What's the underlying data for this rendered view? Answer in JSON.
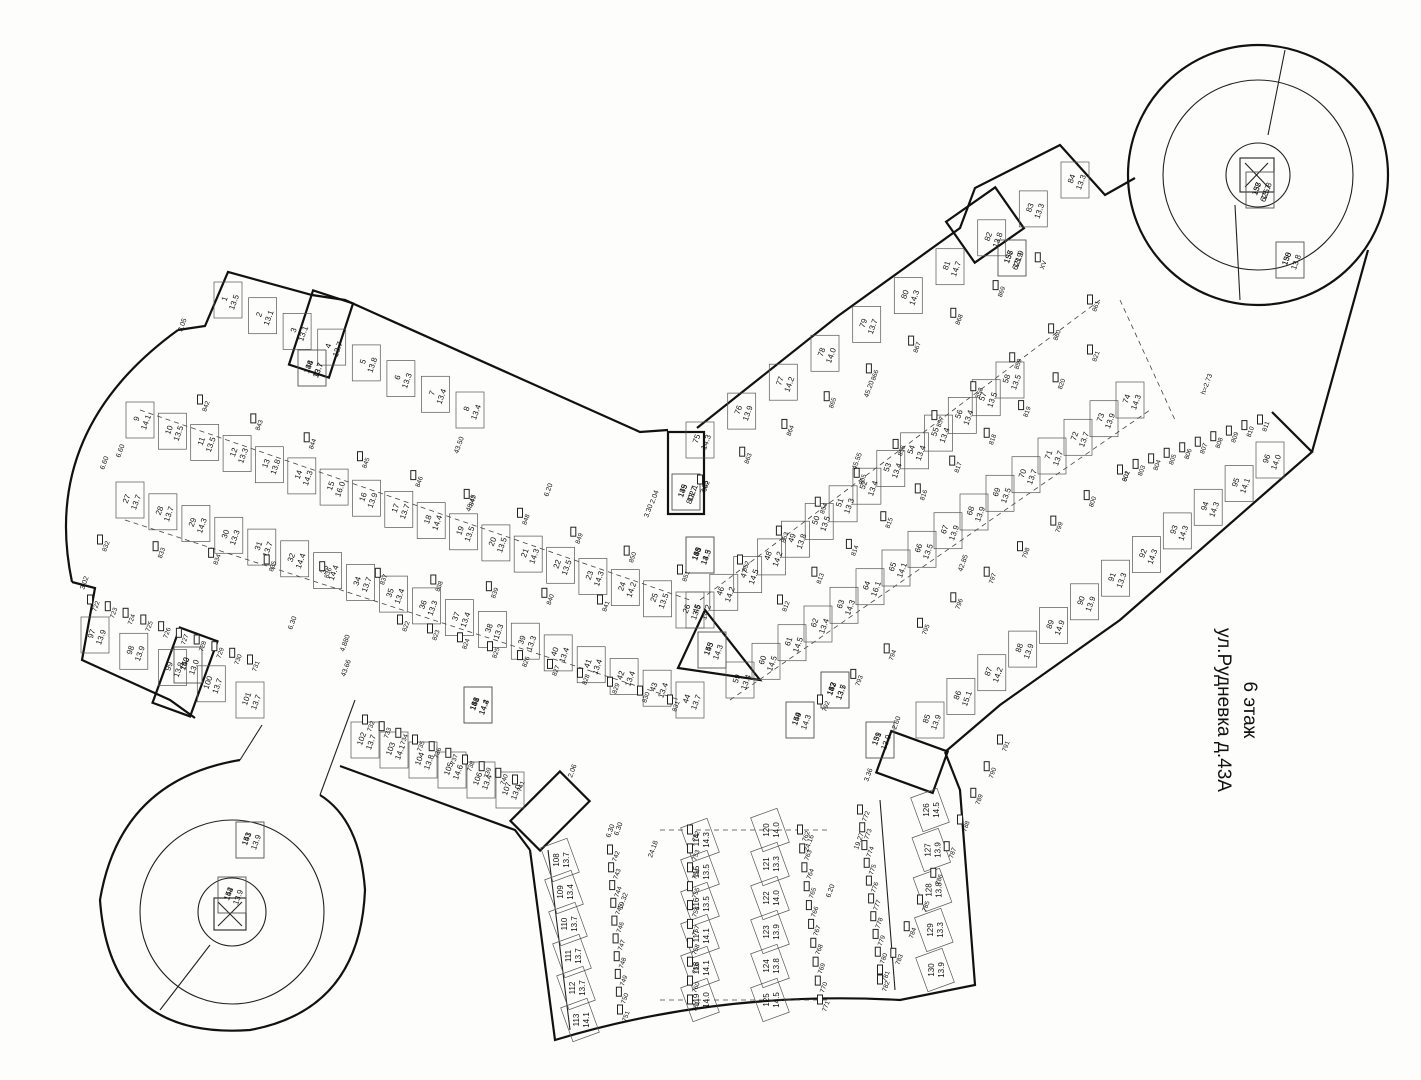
{
  "plan": {
    "floor_label": "6 этаж",
    "address": "ул.Рудневка д.43А",
    "dimensions": [
      "3.05",
      "6.60",
      "6.60",
      "3.02",
      "43.50",
      "48.45",
      "43.66",
      "4.880",
      "6.30",
      "6.30",
      "24.18",
      "24.16",
      "19.27",
      "19.32",
      "6.20",
      "6.20",
      "2.04",
      "2.35",
      "3.30",
      "3.36",
      "2.06",
      "6.30",
      "45.20",
      "45.55",
      "42.85",
      "2.60",
      "h=2.73"
    ],
    "spaces": [
      {
        "id": "1",
        "area": "13.5"
      },
      {
        "id": "2",
        "area": "13.1"
      },
      {
        "id": "3",
        "area": "13.1"
      },
      {
        "id": "4",
        "area": "13.7"
      },
      {
        "id": "5",
        "area": "13.8"
      },
      {
        "id": "6",
        "area": "13.3"
      },
      {
        "id": "7",
        "area": "13.4"
      },
      {
        "id": "8",
        "area": "13.4"
      },
      {
        "id": "9",
        "area": "14.1"
      },
      {
        "id": "10",
        "area": "13.5"
      },
      {
        "id": "11",
        "area": "13.5"
      },
      {
        "id": "12",
        "area": "13.3"
      },
      {
        "id": "13",
        "area": "13.8"
      },
      {
        "id": "14",
        "area": "14.3"
      },
      {
        "id": "15",
        "area": "16.0"
      },
      {
        "id": "16",
        "area": "13.9"
      },
      {
        "id": "17",
        "area": "13.7"
      },
      {
        "id": "18",
        "area": "14.4"
      },
      {
        "id": "19",
        "area": "13.5"
      },
      {
        "id": "20",
        "area": "13.5"
      },
      {
        "id": "21",
        "area": "14.3"
      },
      {
        "id": "22",
        "area": "13.5"
      },
      {
        "id": "23",
        "area": "14.3"
      },
      {
        "id": "24",
        "area": "14.2"
      },
      {
        "id": "25",
        "area": "13.5"
      },
      {
        "id": "26",
        "area": "13.5"
      },
      {
        "id": "27",
        "area": "13.7"
      },
      {
        "id": "28",
        "area": "13.7"
      },
      {
        "id": "29",
        "area": "14.3"
      },
      {
        "id": "30",
        "area": "13.3"
      },
      {
        "id": "31",
        "area": "13.7"
      },
      {
        "id": "32",
        "area": "14.4"
      },
      {
        "id": "33",
        "area": "14.4"
      },
      {
        "id": "34",
        "area": "13.7"
      },
      {
        "id": "35",
        "area": "13.4"
      },
      {
        "id": "36",
        "area": "13.3"
      },
      {
        "id": "37",
        "area": "13.4"
      },
      {
        "id": "38",
        "area": "13.3"
      },
      {
        "id": "39",
        "area": "13.3"
      },
      {
        "id": "40",
        "area": "13.4"
      },
      {
        "id": "41",
        "area": "13.4"
      },
      {
        "id": "42",
        "area": "13.4"
      },
      {
        "id": "43",
        "area": "13.4"
      },
      {
        "id": "44",
        "area": "13.7"
      },
      {
        "id": "45",
        "area": "14.2"
      },
      {
        "id": "46",
        "area": "14.2"
      },
      {
        "id": "47",
        "area": "14.5"
      },
      {
        "id": "48",
        "area": "14.2"
      },
      {
        "id": "49",
        "area": "13.8"
      },
      {
        "id": "50",
        "area": "13.5"
      },
      {
        "id": "51",
        "area": "13.3"
      },
      {
        "id": "52",
        "area": "13.4"
      },
      {
        "id": "53",
        "area": "13.4"
      },
      {
        "id": "54",
        "area": "13.4"
      },
      {
        "id": "55",
        "area": "13.4"
      },
      {
        "id": "56",
        "area": "13.4"
      },
      {
        "id": "57",
        "area": "13.5"
      },
      {
        "id": "58",
        "area": "13.5"
      },
      {
        "id": "59",
        "area": "13.4"
      },
      {
        "id": "60",
        "area": "14.5"
      },
      {
        "id": "61",
        "area": "14.5"
      },
      {
        "id": "62",
        "area": "13.4"
      },
      {
        "id": "63",
        "area": "14.3"
      },
      {
        "id": "64",
        "area": "16.1"
      },
      {
        "id": "65",
        "area": "14.1"
      },
      {
        "id": "66",
        "area": "13.5"
      },
      {
        "id": "67",
        "area": "13.9"
      },
      {
        "id": "68",
        "area": "13.9"
      },
      {
        "id": "69",
        "area": "13.5"
      },
      {
        "id": "70",
        "area": "13.7"
      },
      {
        "id": "71",
        "area": "13.7"
      },
      {
        "id": "72",
        "area": "13.7"
      },
      {
        "id": "73",
        "area": "13.9"
      },
      {
        "id": "74",
        "area": "14.3"
      },
      {
        "id": "75",
        "area": "14.3"
      },
      {
        "id": "76",
        "area": "13.9"
      },
      {
        "id": "77",
        "area": "14.2"
      },
      {
        "id": "78",
        "area": "14.0"
      },
      {
        "id": "79",
        "area": "13.7"
      },
      {
        "id": "80",
        "area": "14.3"
      },
      {
        "id": "81",
        "area": "14.7"
      },
      {
        "id": "82",
        "area": "13.8"
      },
      {
        "id": "83",
        "area": "13.3"
      },
      {
        "id": "84",
        "area": "13.3"
      },
      {
        "id": "85",
        "area": "13.9"
      },
      {
        "id": "86",
        "area": "15.1"
      },
      {
        "id": "87",
        "area": "14.2"
      },
      {
        "id": "88",
        "area": "13.9"
      },
      {
        "id": "89",
        "area": "14.9"
      },
      {
        "id": "90",
        "area": "13.9"
      },
      {
        "id": "91",
        "area": "13.3"
      },
      {
        "id": "92",
        "area": "14.3"
      },
      {
        "id": "93",
        "area": "14.3"
      },
      {
        "id": "94",
        "area": "14.3"
      },
      {
        "id": "95",
        "area": "14.1"
      },
      {
        "id": "96",
        "area": "14.0"
      },
      {
        "id": "97",
        "area": "13.9"
      },
      {
        "id": "98",
        "area": "13.9"
      },
      {
        "id": "99",
        "area": "13.8"
      },
      {
        "id": "100",
        "area": "13.7"
      },
      {
        "id": "101",
        "area": "13.7"
      },
      {
        "id": "102",
        "area": "13.7"
      },
      {
        "id": "103",
        "area": "14.1"
      },
      {
        "id": "104",
        "area": "13.8"
      },
      {
        "id": "105",
        "area": "14.6"
      },
      {
        "id": "106",
        "area": "13.4"
      },
      {
        "id": "107",
        "area": "13.0"
      },
      {
        "id": "108",
        "area": "13.7"
      },
      {
        "id": "109",
        "area": "13.4"
      },
      {
        "id": "110",
        "area": "13.7"
      },
      {
        "id": "111",
        "area": "13.7"
      },
      {
        "id": "112",
        "area": "13.7"
      },
      {
        "id": "113",
        "area": "14.1"
      },
      {
        "id": "114",
        "area": "14.3"
      },
      {
        "id": "115",
        "area": "13.5"
      },
      {
        "id": "116",
        "area": "13.5"
      },
      {
        "id": "117",
        "area": "14.1"
      },
      {
        "id": "118",
        "area": "14.1"
      },
      {
        "id": "119",
        "area": "14.0"
      },
      {
        "id": "120",
        "area": "14.0"
      },
      {
        "id": "121",
        "area": "13.3"
      },
      {
        "id": "122",
        "area": "14.0"
      },
      {
        "id": "123",
        "area": "13.9"
      },
      {
        "id": "124",
        "area": "13.8"
      },
      {
        "id": "125",
        "area": "14.5"
      },
      {
        "id": "126",
        "area": "14.5"
      },
      {
        "id": "127",
        "area": "13.9"
      },
      {
        "id": "128",
        "area": "13.8"
      },
      {
        "id": "129",
        "area": "13.3"
      },
      {
        "id": "130",
        "area": "13.9"
      },
      {
        "id": "131",
        "area": "14.3"
      },
      {
        "id": "132",
        "area": "14.2"
      },
      {
        "id": "133",
        "area": "13.5"
      },
      {
        "id": "134",
        "area": "13.7"
      },
      {
        "id": "135",
        "area": "13.7"
      },
      {
        "id": "136",
        "area": "13.9"
      },
      {
        "id": "137",
        "area": "13.7"
      },
      {
        "id": "138",
        "area": "13.8"
      },
      {
        "id": "139",
        "area": "13.9"
      },
      {
        "id": "140",
        "area": "13.0"
      },
      {
        "id": "141",
        "area": "13.9"
      },
      {
        "id": "142",
        "area": "13.9"
      },
      {
        "id": "143",
        "area": "14.3"
      },
      {
        "id": "144",
        "area": "14.3"
      },
      {
        "id": "145",
        "area": "13.5"
      },
      {
        "id": "146",
        "area": "14.4"
      },
      {
        "id": "147",
        "area": "13.7"
      },
      {
        "id": "148",
        "area": "13.7"
      },
      {
        "id": "149",
        "area": "802.1"
      },
      {
        "id": "157",
        "area": "621.9"
      },
      {
        "id": "158",
        "area": "625.8"
      },
      {
        "id": "150",
        "area": ""
      },
      {
        "id": "151",
        "area": ""
      },
      {
        "id": "152",
        "area": ""
      },
      {
        "id": "153",
        "area": ""
      },
      {
        "id": "154",
        "area": ""
      },
      {
        "id": "155",
        "area": ""
      },
      {
        "id": "159",
        "area": ""
      },
      {
        "id": "160",
        "area": ""
      },
      {
        "id": "161",
        "area": ""
      },
      {
        "id": "162",
        "area": ""
      }
    ],
    "markers": [
      "722",
      "723",
      "724",
      "725",
      "726",
      "727",
      "728",
      "729",
      "730",
      "731",
      "732",
      "733",
      "734",
      "735",
      "736",
      "737",
      "738",
      "739",
      "740",
      "741",
      "742",
      "743",
      "744",
      "745",
      "746",
      "747",
      "748",
      "749",
      "750",
      "751",
      "752",
      "753",
      "754",
      "755",
      "756",
      "757",
      "758",
      "759",
      "760",
      "761",
      "762",
      "763",
      "764",
      "765",
      "766",
      "767",
      "768",
      "769",
      "770",
      "771",
      "772",
      "773",
      "774",
      "775",
      "776",
      "777",
      "778",
      "779",
      "780",
      "781",
      "782",
      "783",
      "784",
      "785",
      "786",
      "787",
      "788",
      "789",
      "790",
      "791",
      "792",
      "793",
      "794",
      "795",
      "796",
      "797",
      "798",
      "799",
      "800",
      "801",
      "802",
      "803",
      "804",
      "805",
      "806",
      "807",
      "808",
      "809",
      "810",
      "811",
      "812",
      "813",
      "814",
      "815",
      "816",
      "817",
      "818",
      "819",
      "820",
      "821",
      "822",
      "823",
      "824",
      "825",
      "826",
      "827",
      "828",
      "829",
      "830",
      "831",
      "832",
      "833",
      "834",
      "835",
      "836",
      "837",
      "838",
      "839",
      "840",
      "841",
      "842",
      "843",
      "844",
      "845",
      "846",
      "847",
      "848",
      "849",
      "850",
      "851",
      "852",
      "853",
      "854",
      "855",
      "856",
      "857",
      "858",
      "859",
      "860",
      "861",
      "862",
      "863",
      "864",
      "865",
      "866",
      "867",
      "868",
      "869",
      "XV"
    ]
  }
}
